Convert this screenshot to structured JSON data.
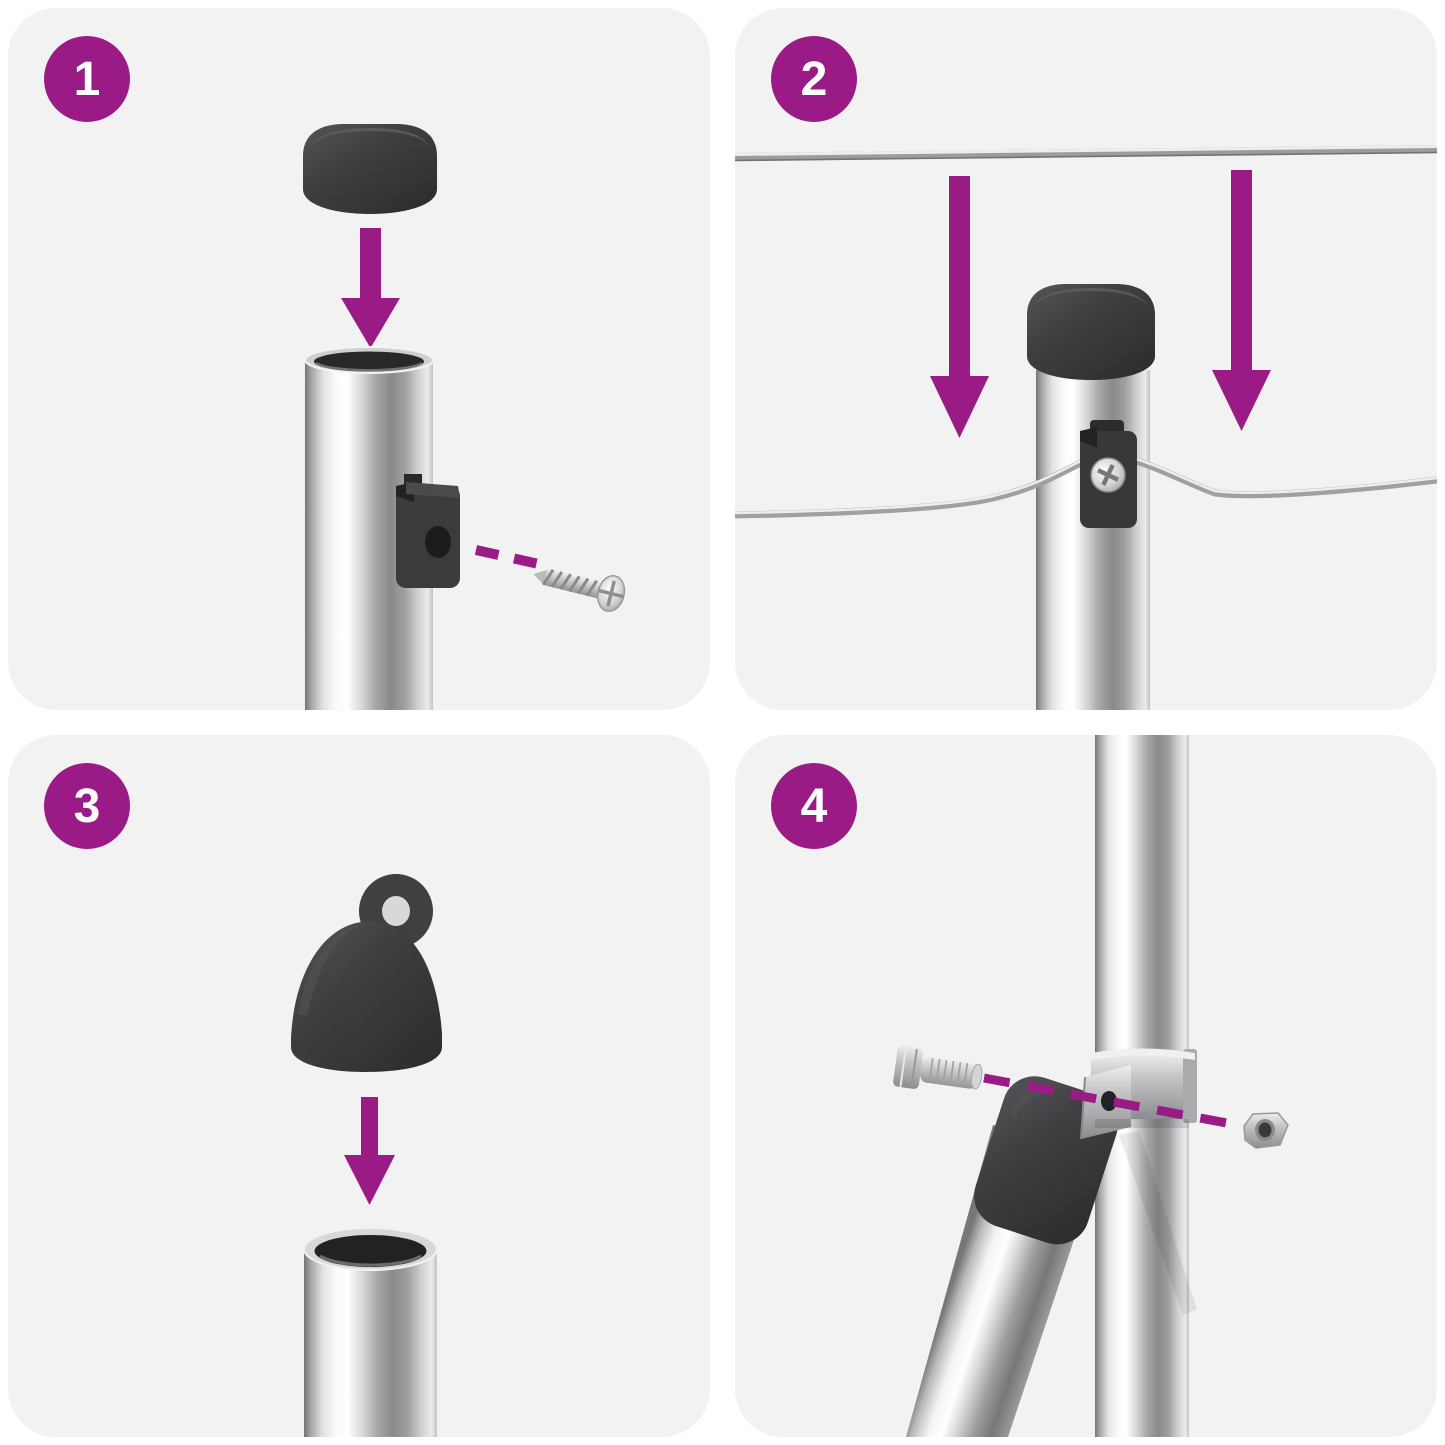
{
  "colors": {
    "accent": "#9a1b86",
    "panel_bg": "#f2f2f2",
    "page_bg": "#ffffff",
    "plastic_dark": "#3e3e40",
    "metal_highlight": "#ffffff",
    "metal_shadow": "#88888a"
  },
  "steps": [
    {
      "number": "1",
      "illustration": "end-cap-above-pole-with-wire-clip-and-screw"
    },
    {
      "number": "2",
      "illustration": "clothesline-wires-lowered-onto-pole-clip"
    },
    {
      "number": "3",
      "illustration": "eyelet-cap-above-open-tube"
    },
    {
      "number": "4",
      "illustration": "support-strut-clamp-with-bolt-and-nut"
    }
  ]
}
